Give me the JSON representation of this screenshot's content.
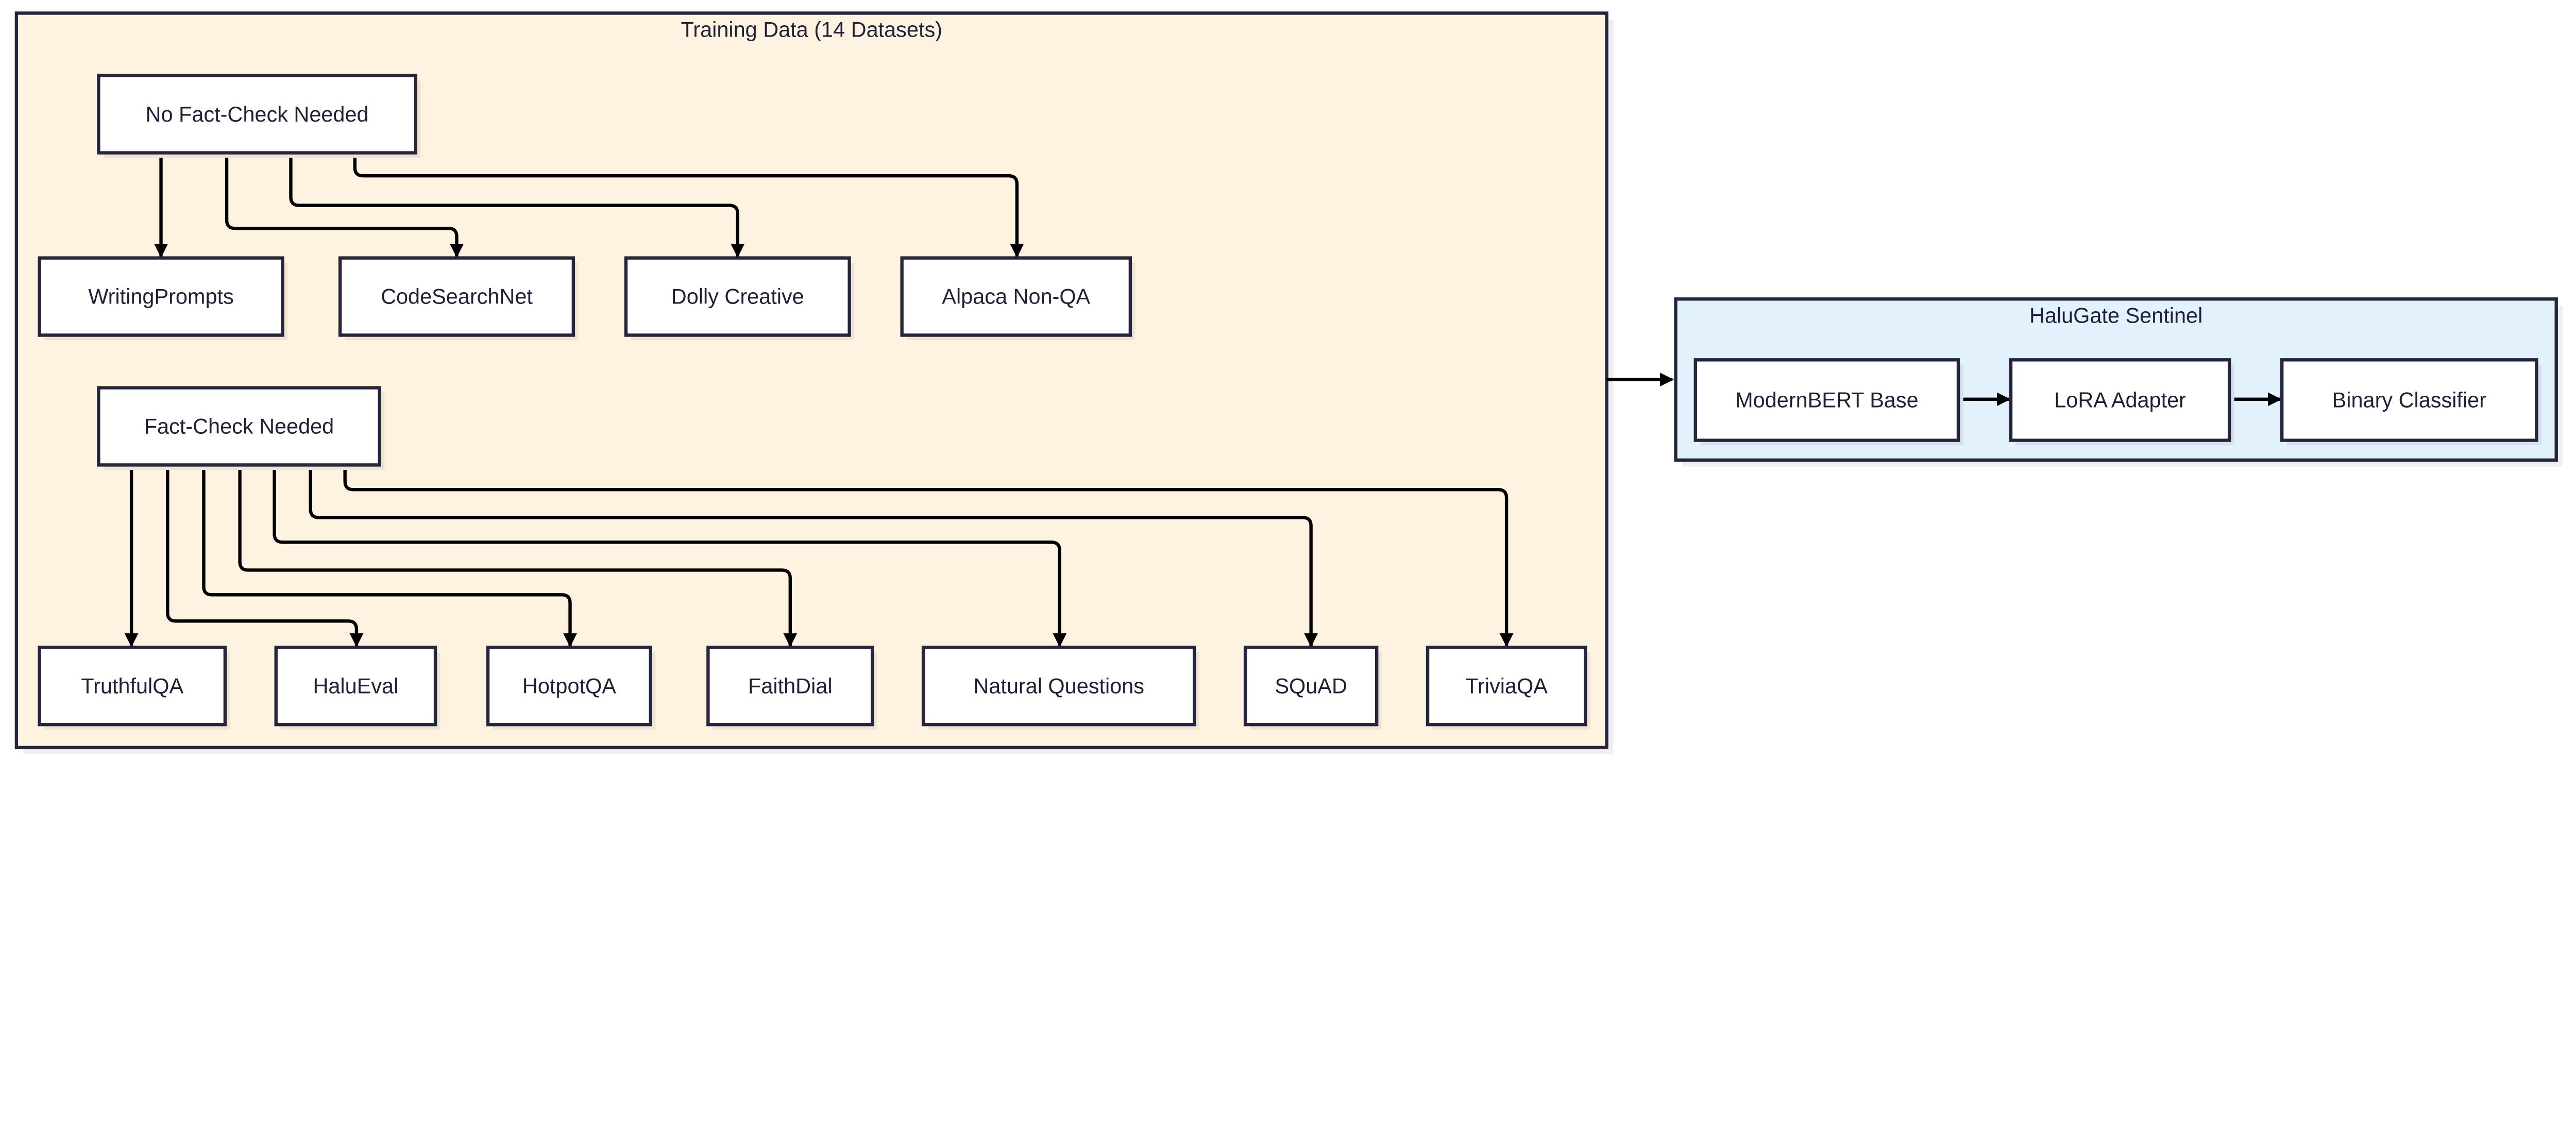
{
  "colors": {
    "border": "#25253d",
    "training_fill": "#fef3e1",
    "sentinel_fill": "#e3f1fc",
    "node_fill": "#ffffff",
    "edge": "#000000"
  },
  "training": {
    "title": "Training Data (14 Datasets)",
    "no_fact_check": {
      "label": "No Fact-Check Needed",
      "datasets": [
        "WritingPrompts",
        "CodeSearchNet",
        "Dolly Creative",
        "Alpaca Non-QA"
      ]
    },
    "fact_check": {
      "label": "Fact-Check Needed",
      "datasets": [
        "TruthfulQA",
        "HaluEval",
        "HotpotQA",
        "FaithDial",
        "Natural Questions",
        "SQuAD",
        "TriviaQA"
      ]
    }
  },
  "sentinel": {
    "title": "HaluGate Sentinel",
    "stages": [
      "ModernBERT Base",
      "LoRA Adapter",
      "Binary Classifier"
    ]
  }
}
